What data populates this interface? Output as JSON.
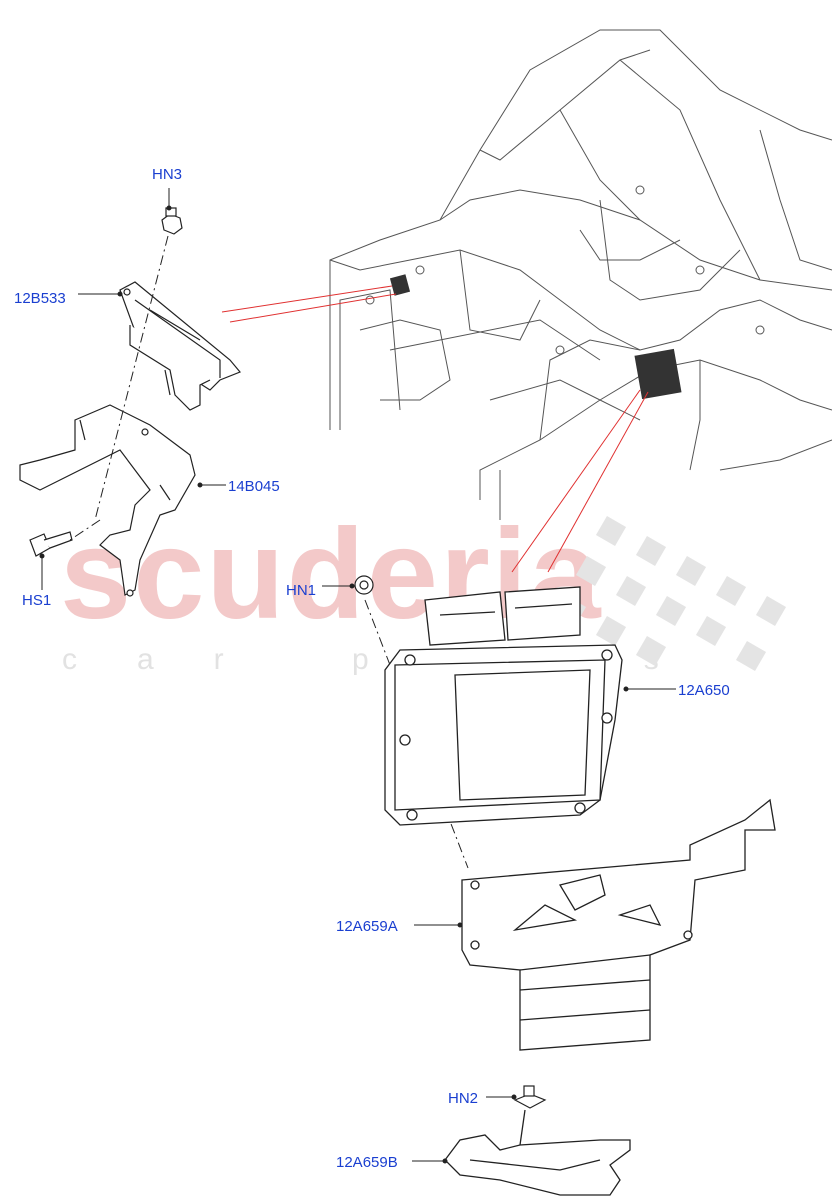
{
  "watermark": {
    "brand": "scuderia",
    "tagline": "car parts"
  },
  "callouts": {
    "hn3": "HN3",
    "b12b533": "12B533",
    "b14b045": "14B045",
    "hs1": "HS1",
    "hn1": "HN1",
    "a12a650": "12A650",
    "a12a659a": "12A659A",
    "hn2": "HN2",
    "a12a659b": "12A659B"
  },
  "colors": {
    "callout_text": "#1a3fd0",
    "line_art": "#222222",
    "leader_red": "#e03030",
    "watermark_red": "#f3c9c9",
    "watermark_checker": "#e4e4e4"
  }
}
